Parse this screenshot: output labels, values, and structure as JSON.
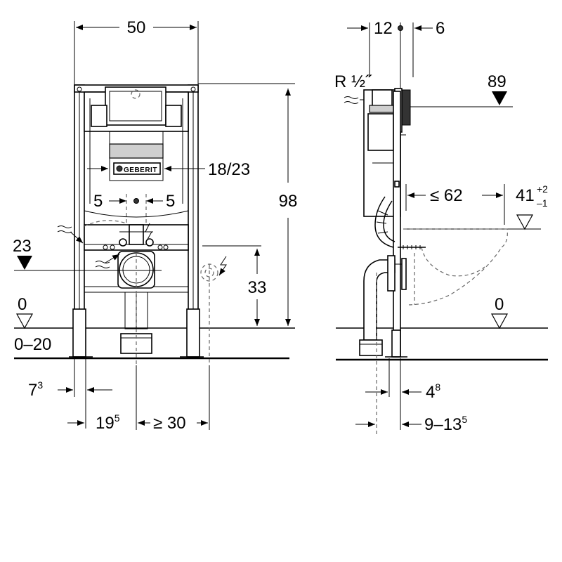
{
  "front_view": {
    "width": "50",
    "height": "98",
    "flush_plate": "18/23",
    "offset_left": "5",
    "offset_right": "5",
    "left_level": "23",
    "floor_zero": "0",
    "floor_range": "0–20",
    "right_drop": "33",
    "foot_offset_base": "7",
    "foot_offset_sup": "3",
    "axis_offset_base": "19",
    "axis_offset_sup": "5",
    "clearance": "≥ 30",
    "brand": "GEBERIT"
  },
  "side_view": {
    "depth_top_left": "12",
    "depth_top_right": "6",
    "water_connection": "R ½˝",
    "top_level": "89",
    "pan_projection": "≤ 62",
    "pan_height_base": "41",
    "pan_height_sup_plus": "+2",
    "pan_height_sup_minus": "–1",
    "floor_zero": "0",
    "pipe_offset_base": "4",
    "pipe_offset_sup": "8",
    "depth_range_base": "9–13",
    "depth_range_sup": "5"
  }
}
